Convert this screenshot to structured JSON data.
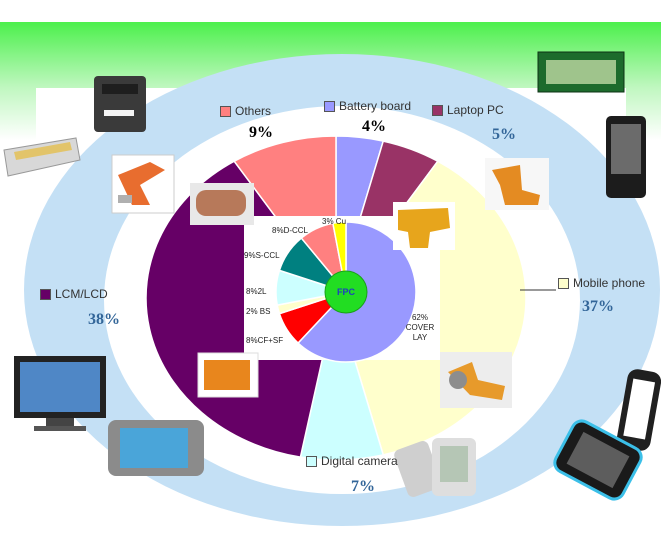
{
  "colors": {
    "green_top": "#5cf25c",
    "blue_ellipse": "#c4e0f5",
    "inner_center": "#22dd22",
    "center_text": "#1f3fbf"
  },
  "chart_data": [
    {
      "type": "pie",
      "title": "",
      "categories": [
        "Battery board",
        "Laptop PC",
        "Mobile phone",
        "Digital camera",
        "LCM/LCD",
        "Others"
      ],
      "values": [
        4,
        5,
        37,
        7,
        38,
        9
      ],
      "colors": [
        "#9999ff",
        "#993366",
        "#ffffcc",
        "#ccffff",
        "#660066",
        "#ff8080"
      ],
      "value_labels": [
        "4%",
        "5%",
        "37%",
        "7%",
        "38%",
        "9%"
      ],
      "legend_placement": "around"
    },
    {
      "type": "pie",
      "title": "",
      "center_label": "FPC",
      "categories": [
        "COVER LAY",
        "CF+SF",
        "BS",
        "2L",
        "S-CCL",
        "D-CCL",
        "Cu"
      ],
      "values": [
        62,
        8,
        2,
        8,
        9,
        8,
        3
      ],
      "colors": [
        "#9999ff",
        "#ff0000",
        "#ffffcc",
        "#ccffff",
        "#008080",
        "#ff8080",
        "#ffff00"
      ],
      "labels": [
        "62%\nCOVER\nLAY",
        "8%CF+SF",
        "2% BS",
        "8%2L",
        "9%S-CCL",
        "8%D-CCL",
        "3% Cu"
      ]
    }
  ],
  "legend_items": [
    {
      "label": "Others",
      "pct": "9%"
    },
    {
      "label": "Battery board",
      "pct": "4%"
    },
    {
      "label": "Laptop PC",
      "pct": "5%"
    },
    {
      "label": "Mobile phone",
      "pct": "37%"
    },
    {
      "label": "LCM/LCD",
      "pct": "38%"
    },
    {
      "label": "Digital camera",
      "pct": "7%"
    }
  ]
}
